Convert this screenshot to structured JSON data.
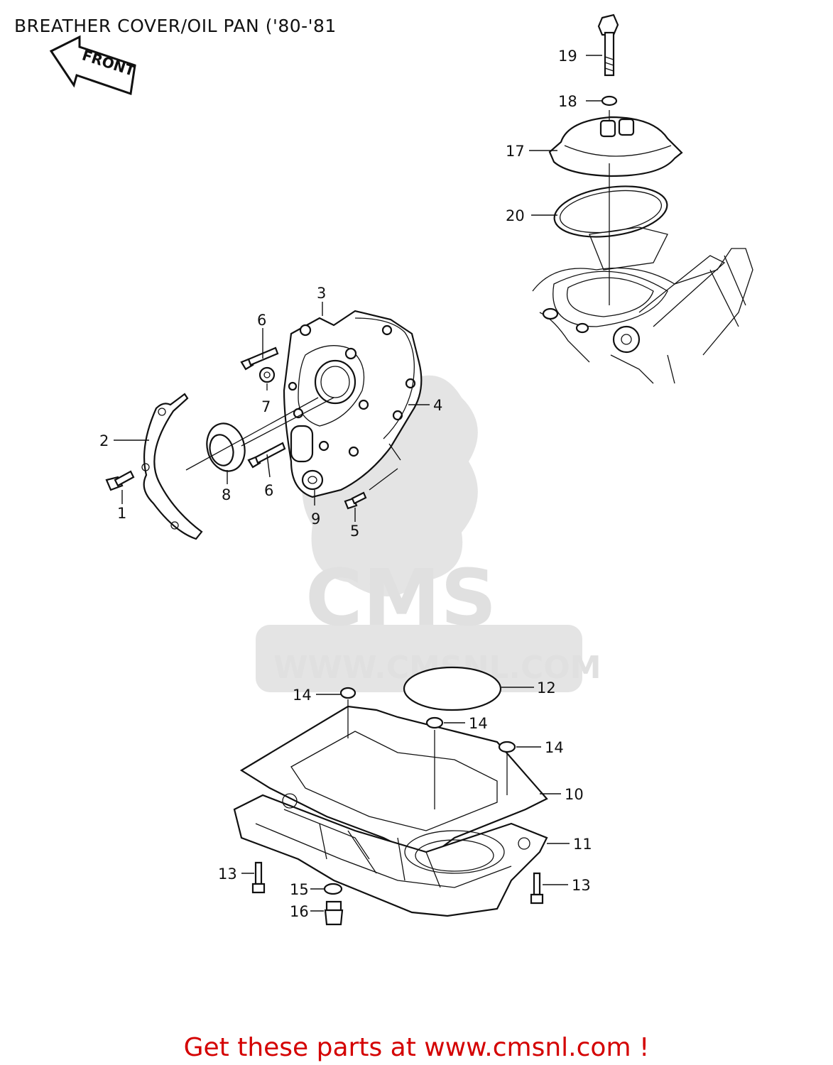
{
  "title": "BREATHER COVER/OIL PAN ('80-'81",
  "front_arrow_label": "FRONT",
  "watermark": {
    "logo_text": "CMS",
    "url_text": "WWW.CMSNL.COM"
  },
  "callouts": [
    "1",
    "2",
    "3",
    "4",
    "5",
    "6",
    "6",
    "7",
    "8",
    "9",
    "10",
    "11",
    "12",
    "13",
    "13",
    "14",
    "14",
    "14",
    "15",
    "16",
    "17",
    "18",
    "19",
    "20"
  ],
  "footer": "Get these parts at www.cmsnl.com !"
}
